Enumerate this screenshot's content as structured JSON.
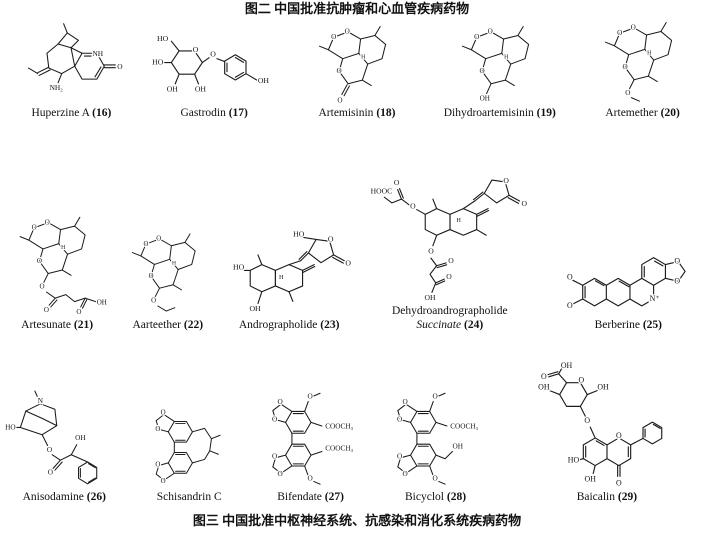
{
  "figure": {
    "top_caption": "图二 中国批准抗肿瘤和心血管疾病药物",
    "bottom_caption": "图三 中国批准中枢神经系统、抗感染和消化系统疾病药物"
  },
  "compounds": [
    {
      "name": "Huperzine A",
      "num": "(16)",
      "atoms": [
        "NH",
        "O",
        "NH₂"
      ]
    },
    {
      "name": "Gastrodin",
      "num": "(17)",
      "atoms": [
        "HO",
        "O",
        "HO",
        "OH",
        "OH",
        "O",
        "OH"
      ]
    },
    {
      "name": "Artemisinin",
      "num": "(18)",
      "atoms": [
        "O",
        "O",
        "O",
        "H",
        "O"
      ]
    },
    {
      "name": "Dihydroartemisinin",
      "num": "(19)",
      "atoms": [
        "O",
        "O",
        "O",
        "H",
        "OH"
      ]
    },
    {
      "name": "Artemether",
      "num": "(20)",
      "atoms": [
        "O",
        "O",
        "O",
        "H",
        "O"
      ]
    },
    {
      "name": "Artesunate",
      "num": "(21)",
      "atoms": [
        "O",
        "O",
        "O",
        "H",
        "O",
        "O",
        "O",
        "OH"
      ]
    },
    {
      "name": "Aarteether",
      "num": "(22)",
      "atoms": [
        "O",
        "O",
        "O",
        "H",
        "O"
      ]
    },
    {
      "name": "Andrographolide",
      "num": "(23)",
      "atoms": [
        "HO",
        "O",
        "O",
        "HO",
        "OH",
        "H"
      ]
    },
    {
      "name": "Dehydroandrographolide",
      "name2": "Succinate",
      "num": "(24)",
      "atoms": [
        "O",
        "O",
        "HOOC",
        "O",
        "O",
        "O",
        "O",
        "O",
        "OH",
        "H"
      ]
    },
    {
      "name": "Berberine",
      "num": "(25)",
      "atoms": [
        "O",
        "O",
        "N⁺",
        "O",
        "O"
      ]
    },
    {
      "name": "Anisodamine",
      "num": "(26)",
      "atoms": [
        "N",
        "HO",
        "O",
        "O",
        "OH"
      ]
    },
    {
      "name": "Schisandrin C",
      "num": "",
      "atoms": [
        "O",
        "O",
        "O",
        "O"
      ]
    },
    {
      "name": "Bifendate",
      "num": "(27)",
      "atoms": [
        "O",
        "O",
        "O",
        "COOCH₃",
        "O",
        "O",
        "O",
        "COOCH₃"
      ]
    },
    {
      "name": "Bicyclol",
      "num": "(28)",
      "atoms": [
        "O",
        "O",
        "O",
        "COOCH₃",
        "O",
        "O",
        "O",
        "OH"
      ]
    },
    {
      "name": "Baicalin",
      "num": "(29)",
      "atoms": [
        "O",
        "O",
        "OH",
        "OH",
        "OH",
        "O",
        "HO",
        "OH",
        "O",
        "O"
      ]
    }
  ]
}
